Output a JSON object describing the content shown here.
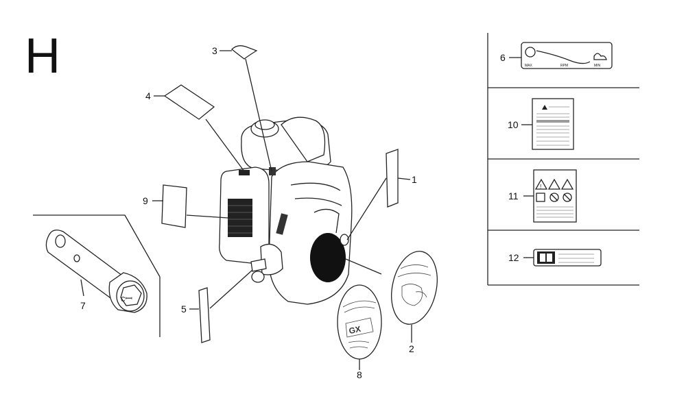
{
  "section_letter": "H",
  "callouts": [
    "1",
    "2",
    "3",
    "4",
    "5",
    "6",
    "7",
    "8",
    "9",
    "10",
    "11",
    "12"
  ],
  "decal_6": {
    "labels": [
      "MAX",
      "RPM",
      "MIN"
    ]
  }
}
